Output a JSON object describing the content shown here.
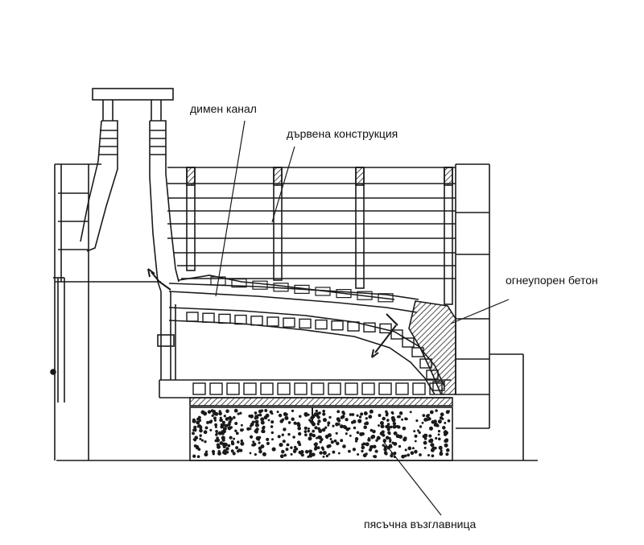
{
  "labels": {
    "smoke_channel": "димен канал",
    "wooden_structure": "дървена конструкция",
    "refractory_concrete": "огнеупорен бетон",
    "sand_cushion": "пясъчна възглавница"
  },
  "colors": {
    "ink": "#1a1a1a",
    "hatch": "#333333",
    "paper": "#ffffff"
  }
}
